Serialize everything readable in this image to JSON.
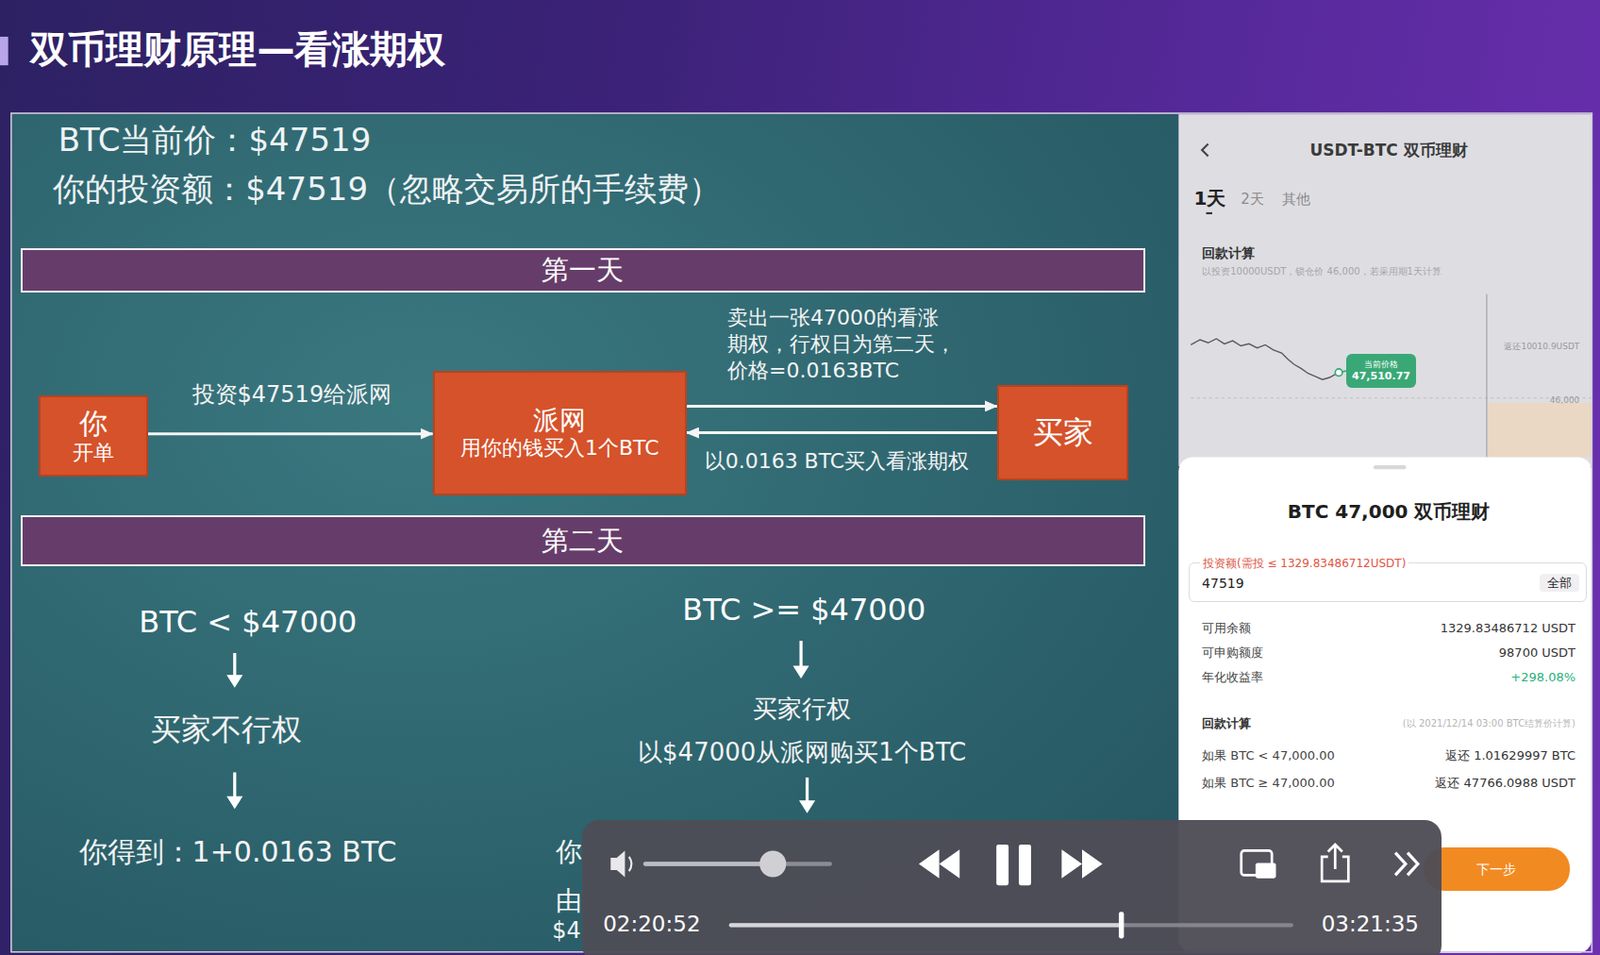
{
  "diagram": {
    "title": "双币理财原理—看涨期权",
    "nodes": [
      {
        "text": [
          "第一天"
        ]
      },
      {
        "text": [
          "你",
          "开单"
        ]
      },
      {
        "text": [
          "派网",
          "用你的钱买入1个BTC"
        ]
      },
      {
        "text": [
          "买家"
        ]
      },
      {
        "text": [
          "第二天"
        ]
      },
      {
        "text": [
          "当前价格",
          "47,510.77"
        ]
      },
      {
        "text": [
          "投资额(需投 ≤ 1329.83486712USDT)",
          "47519",
          "全部"
        ]
      },
      {
        "text": [
          "下一步"
        ]
      },
      {
        "text": [
          "02:20:52",
          "03:21:35"
        ]
      }
    ],
    "edges": [
      {
        "from": 1,
        "to": 2,
        "arrow": "to",
        "label": "投资$47519给派网"
      },
      {
        "from": 2,
        "to": 3,
        "arrow": "to",
        "label": "卖出一张47000的看涨 期权，行权日为第二天， 价格=0.0163BTC"
      },
      {
        "from": 3,
        "to": 2,
        "arrow": "to",
        "label": "以0.0163 BTC买入看涨期权"
      }
    ],
    "labels": [
      "BTC当前价：$47519",
      "你的投资额：$47519（忽略交易所的手续费）",
      "BTC < $47000",
      "买家不行权",
      "你得到：1+0.0163 BTC",
      "BTC >= $47000",
      "买家行权",
      "以$47000从派网购买1个BTC",
      "你",
      "由",
      "$4",
      "USDT-BTC 双币理财",
      "1天",
      "2天",
      "其他",
      "回款计算",
      "以投资10000USDT，锁仓价 46,000，若采用期1天计算",
      "返还10010.9USDT",
      "46,000",
      "BTC 47,000 双币理财",
      "可用余额",
      "1329.83486712 USDT",
      "可申购额度",
      "98700 USDT",
      "年化收益率",
      "+298.08%",
      "回款计算",
      "(以 2021/12/14 03:00 BTC结算价计算)",
      "如果 BTC < 47,000.00",
      "返还 1.01629997 BTC",
      "如果 BTC ≥ 47,000.00",
      "返还 47766.0988 USDT"
    ]
  }
}
